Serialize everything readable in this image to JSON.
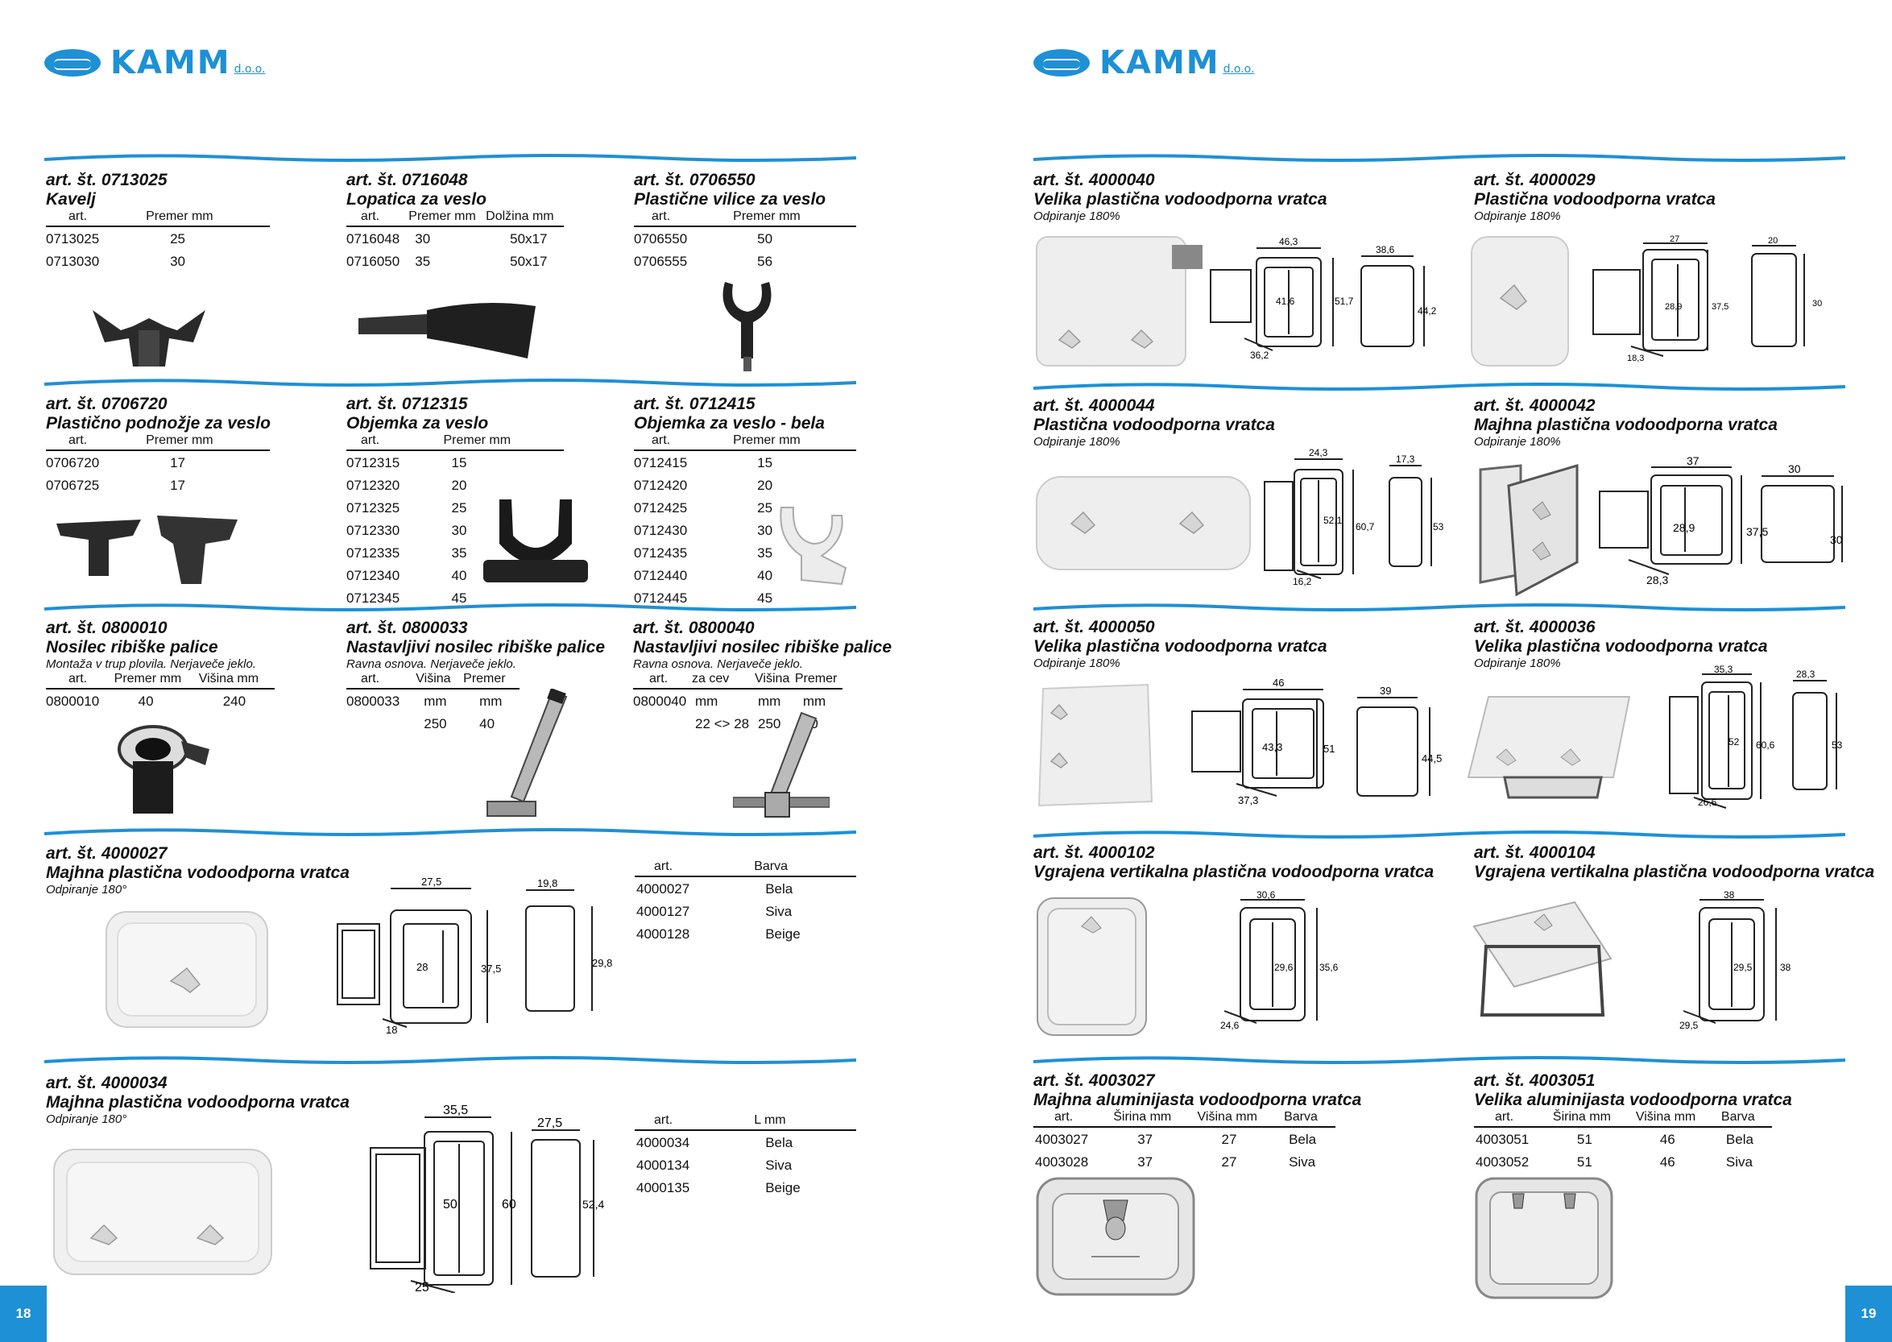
{
  "brand": {
    "name": "KAMM",
    "suffix": "d.o.o."
  },
  "colors": {
    "accent": "#1e90d6"
  },
  "pages": {
    "left": "18",
    "right": "19"
  },
  "items": {
    "i0713025": {
      "art": "art. št. 0713025",
      "title": "Kavelj",
      "headers": [
        "art.",
        "Premer mm"
      ],
      "rows": [
        [
          "0713025",
          "25"
        ],
        [
          "0713030",
          "30"
        ]
      ]
    },
    "i0716048": {
      "art": "art. št. 0716048",
      "title": "Lopatica za veslo",
      "headers": [
        "art.",
        "Premer mm",
        "Dolžina mm"
      ],
      "rows": [
        [
          "0716048",
          "30",
          "50x17"
        ],
        [
          "0716050",
          "35",
          "50x17"
        ]
      ]
    },
    "i0706550": {
      "art": "art. št. 0706550",
      "title": "Plastične vilice za veslo",
      "headers": [
        "art.",
        "Premer mm"
      ],
      "rows": [
        [
          "0706550",
          "50"
        ],
        [
          "0706555",
          "56"
        ]
      ]
    },
    "i0706720": {
      "art": "art. št. 0706720",
      "title": "Plastično podnožje za veslo",
      "headers": [
        "art.",
        "Premer mm"
      ],
      "rows": [
        [
          "0706720",
          "17"
        ],
        [
          "0706725",
          "17"
        ]
      ]
    },
    "i0712315": {
      "art": "art. št. 0712315",
      "title": "Objemka za veslo",
      "headers": [
        "art.",
        "Premer mm"
      ],
      "rows": [
        [
          "0712315",
          "15"
        ],
        [
          "0712320",
          "20"
        ],
        [
          "0712325",
          "25"
        ],
        [
          "0712330",
          "30"
        ],
        [
          "0712335",
          "35"
        ],
        [
          "0712340",
          "40"
        ],
        [
          "0712345",
          "45"
        ]
      ]
    },
    "i0712415": {
      "art": "art. št. 0712415",
      "title": "Objemka za veslo - bela",
      "headers": [
        "art.",
        "Premer mm"
      ],
      "rows": [
        [
          "0712415",
          "15"
        ],
        [
          "0712420",
          "20"
        ],
        [
          "0712425",
          "25"
        ],
        [
          "0712430",
          "30"
        ],
        [
          "0712435",
          "35"
        ],
        [
          "0712440",
          "40"
        ],
        [
          "0712445",
          "45"
        ]
      ]
    },
    "i0800010": {
      "art": "art. št. 0800010",
      "title": "Nosilec ribiške palice",
      "note": "Montaža v trup plovila. Nerjaveče jeklo.",
      "headers": [
        "art.",
        "Premer mm",
        "Višina mm"
      ],
      "rows": [
        [
          "0800010",
          "40",
          "240"
        ]
      ]
    },
    "i0800033": {
      "art": "art. št. 0800033",
      "title": "Nastavljivi nosilec ribiške palice",
      "note": "Ravna osnova. Nerjaveče jeklo.",
      "headers": [
        "art.",
        "Višina",
        "Premer"
      ],
      "rows": [
        [
          "0800033",
          "mm",
          "mm"
        ],
        [
          "",
          "250",
          "40"
        ]
      ]
    },
    "i0800040": {
      "art": "art. št. 0800040",
      "title": "Nastavljivi nosilec ribiške palice",
      "note": "Ravna osnova. Nerjaveče jeklo.",
      "headers": [
        "art.",
        "za cev",
        "Višina",
        "Premer"
      ],
      "rows": [
        [
          "0800040",
          "mm",
          "mm",
          "mm"
        ],
        [
          "",
          "22 <> 28",
          "250",
          "40"
        ]
      ]
    },
    "i4000027": {
      "art": "art. št. 4000027",
      "title": "Majhna plastična vodoodporna vratca",
      "note": "Odpiranje 180°",
      "headers": [
        "art.",
        "Barva"
      ],
      "rows": [
        [
          "4000027",
          "Bela"
        ],
        [
          "4000127",
          "Siva"
        ],
        [
          "4000128",
          "Beige"
        ]
      ],
      "dims": [
        "27,5",
        "19,8",
        "28",
        "37,5",
        "29,8",
        "18"
      ]
    },
    "i4000034": {
      "art": "art. št. 4000034",
      "title": "Majhna plastična vodoodporna vratca",
      "note": "Odpiranje 180°",
      "headers": [
        "art.",
        "L mm"
      ],
      "rows": [
        [
          "4000034",
          "Bela"
        ],
        [
          "4000134",
          "Siva"
        ],
        [
          "4000135",
          "Beige"
        ]
      ],
      "dims": [
        "35,5",
        "27,5",
        "50",
        "60",
        "52,4",
        "25"
      ]
    },
    "i4000040": {
      "art": "art. št. 4000040",
      "title": "Velika plastična vodoodporna vratca",
      "note": "Odpiranje 180%",
      "dims": [
        "46,3",
        "38,6",
        "41,6",
        "51,7",
        "44,2",
        "36,2"
      ]
    },
    "i4000029": {
      "art": "art. št. 4000029",
      "title": "Plastična vodoodporna vratca",
      "note": "Odpiranje 180%",
      "dims": [
        "27",
        "20",
        "28,9",
        "37,5",
        "30",
        "18,3"
      ]
    },
    "i4000044": {
      "art": "art. št. 4000044",
      "title": "Plastična vodoodporna vratca",
      "note": "Odpiranje 180%",
      "dims": [
        "24,3",
        "17,3",
        "52,1",
        "60,7",
        "53",
        "16,2"
      ]
    },
    "i4000042": {
      "art": "art. št. 4000042",
      "title": "Majhna plastična vodoodporna vratca",
      "note": "Odpiranje 180%",
      "dims": [
        "37",
        "30",
        "28,9",
        "37,5",
        "30",
        "28,3"
      ]
    },
    "i4000050": {
      "art": "art. št. 4000050",
      "title": "Velika plastična vodoodporna vratca",
      "note": "Odpiranje 180%",
      "dims": [
        "46",
        "39",
        "43,3",
        "51",
        "44,5",
        "37,3"
      ]
    },
    "i4000036": {
      "art": "art. št. 4000036",
      "title": "Velika plastična vodoodporna vratca",
      "note": "Odpiranje 180%",
      "dims": [
        "35,3",
        "28,3",
        "52",
        "60,6",
        "53",
        "26,6"
      ]
    },
    "i4000102": {
      "art": "art. št. 4000102",
      "title": "Vgrajena vertikalna plastična vodoodporna vratca",
      "dims": [
        "30,6",
        "29,6",
        "35,6",
        "24,6"
      ]
    },
    "i4000104": {
      "art": "art. št. 4000104",
      "title": "Vgrajena vertikalna plastična vodoodporna vratca",
      "dims": [
        "38",
        "29,5",
        "38",
        "29,5"
      ]
    },
    "i4003027": {
      "art": "art. št. 4003027",
      "title": "Majhna aluminijasta vodoodporna vratca",
      "headers": [
        "art.",
        "Širina mm",
        "Višina mm",
        "Barva"
      ],
      "rows": [
        [
          "4003027",
          "37",
          "27",
          "Bela"
        ],
        [
          "4003028",
          "37",
          "27",
          "Siva"
        ]
      ]
    },
    "i4003051": {
      "art": "art. št. 4003051",
      "title": "Velika aluminijasta vodoodporna vratca",
      "headers": [
        "art.",
        "Širina mm",
        "Višina mm",
        "Barva"
      ],
      "rows": [
        [
          "4003051",
          "51",
          "46",
          "Bela"
        ],
        [
          "4003052",
          "51",
          "46",
          "Siva"
        ]
      ]
    }
  }
}
